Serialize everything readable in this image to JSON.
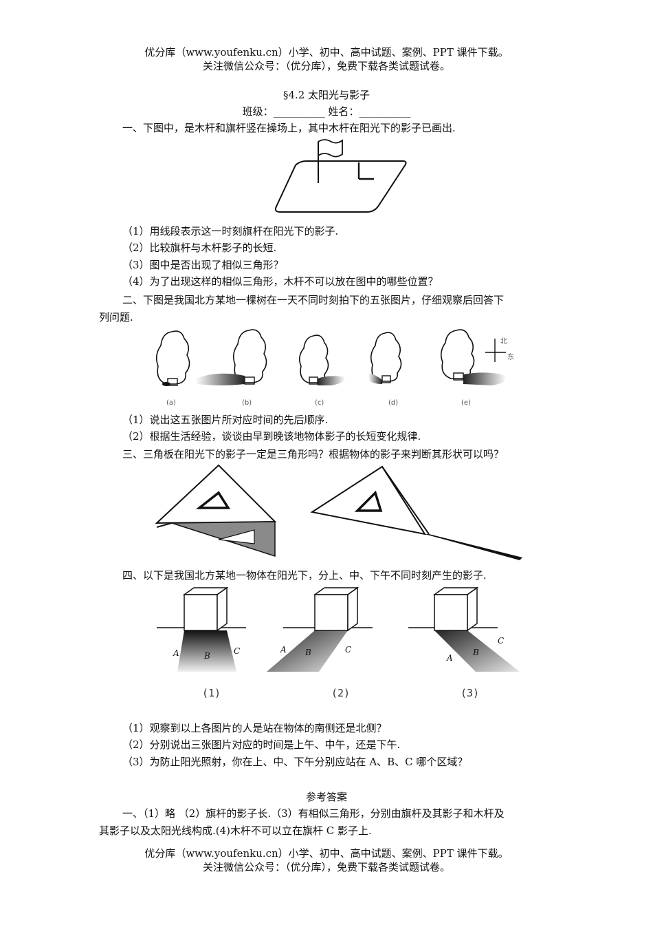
{
  "header": {
    "line1": "优分库（www.youfenku.cn）小学、初中、高中试题、案例、PPT 课件下载。",
    "line2": "关注微信公众号：（优分库），免费下载各类试题试卷。"
  },
  "title": "§4.2  太阳光与影子",
  "student_info": "班级：__________     姓名：__________",
  "q1": {
    "stem": "一、下图中，是木杆和旗杆竖在操场上，其中木杆在阳光下的影子已画出.",
    "items": [
      "（1）用线段表示这一时刻旗杆在阳光下的影子.",
      "（2）比较旗杆与木杆影子的长短.",
      "（3）图中是否出现了相似三角形？",
      "（4）为了出现这样的相似三角形，木杆不可以放在图中的哪些位置？"
    ]
  },
  "q2": {
    "stem_line1": "二、下图是我国北方某地一棵树在一天不同时刻拍下的五张图片，仔细观察后回答下",
    "stem_line2": "列问题.",
    "captions": [
      "(a)",
      "(b)",
      "(c)",
      "(d)",
      "(e)"
    ],
    "compass": {
      "north": "北",
      "east": "东"
    },
    "items": [
      "（1）说出这五张图片所对应时间的先后顺序.",
      "（2）根据生活经验，谈谈由早到晚该地物体影子的长短变化规律."
    ]
  },
  "q3": {
    "stem": "三、三角板在阳光下的影子一定是三角形吗？根据物体的影子来判断其形状可以吗？"
  },
  "q4": {
    "stem": "四、以下是我国北方某地一物体在阳光下，分上、中、下午不同时刻产生的影子.",
    "fig_numbers": [
      "(1)",
      "(2)",
      "(3)"
    ],
    "region_labels": [
      "A",
      "B",
      "C"
    ],
    "items": [
      "（1）观察到以上各图片的人是站在物体的南侧还是北侧？",
      "（2）分别说出三张图片对应的时间是上午、中午，还是下午.",
      "（3）为防止阳光照射，你在上、中、下午分别应站在 A、B、C 哪个区域？"
    ]
  },
  "answers": {
    "heading": "参考答案",
    "line1": "一、（1）略  （2）旗杆的影子长.（3）有相似三角形，分别由旗杆及其影子和木杆及",
    "line2": "其影子以及太阳光线构成.(4)木杆不可以立在旗杆 C 影子上."
  },
  "footer": {
    "line1": "优分库（www.youfenku.cn）小学、初中、高中试题、案例、PPT 课件下载。",
    "line2": "关注微信公众号：（优分库），免费下载各类试题试卷。"
  }
}
